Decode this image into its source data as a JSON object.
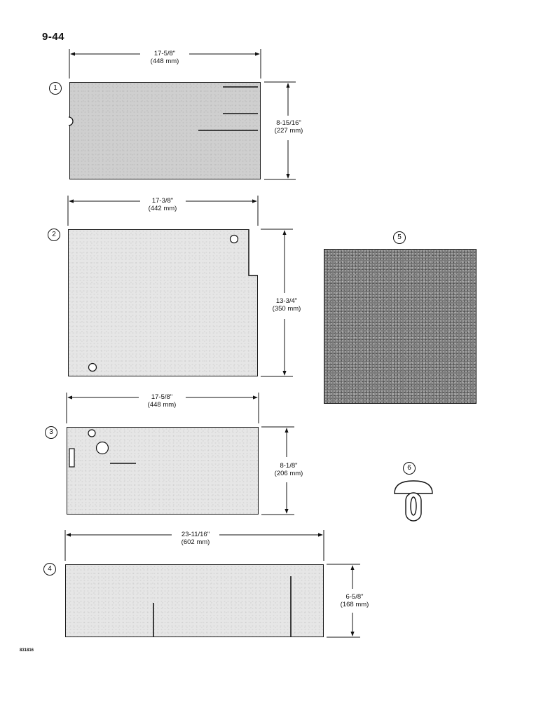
{
  "page": {
    "number": "9-44",
    "figure_code": "831816"
  },
  "panels": [
    {
      "callout": "1",
      "width": "17-5/8\"",
      "width_mm": "(448 mm)",
      "height": "8-15/16\"",
      "height_mm": "(227 mm)"
    },
    {
      "callout": "2",
      "width": "17-3/8\"",
      "width_mm": "(442 mm)",
      "height": "13-3/4\"",
      "height_mm": "(350 mm)"
    },
    {
      "callout": "3",
      "width": "17-5/8\"",
      "width_mm": "(448 mm)",
      "height": "8-1/8\"",
      "height_mm": "(206 mm)"
    },
    {
      "callout": "4",
      "width": "23-11/16\"",
      "width_mm": "(602 mm)",
      "height": "6-5/8\"",
      "height_mm": "(168 mm)"
    }
  ],
  "parts": [
    {
      "callout": "5"
    },
    {
      "callout": "6"
    }
  ]
}
